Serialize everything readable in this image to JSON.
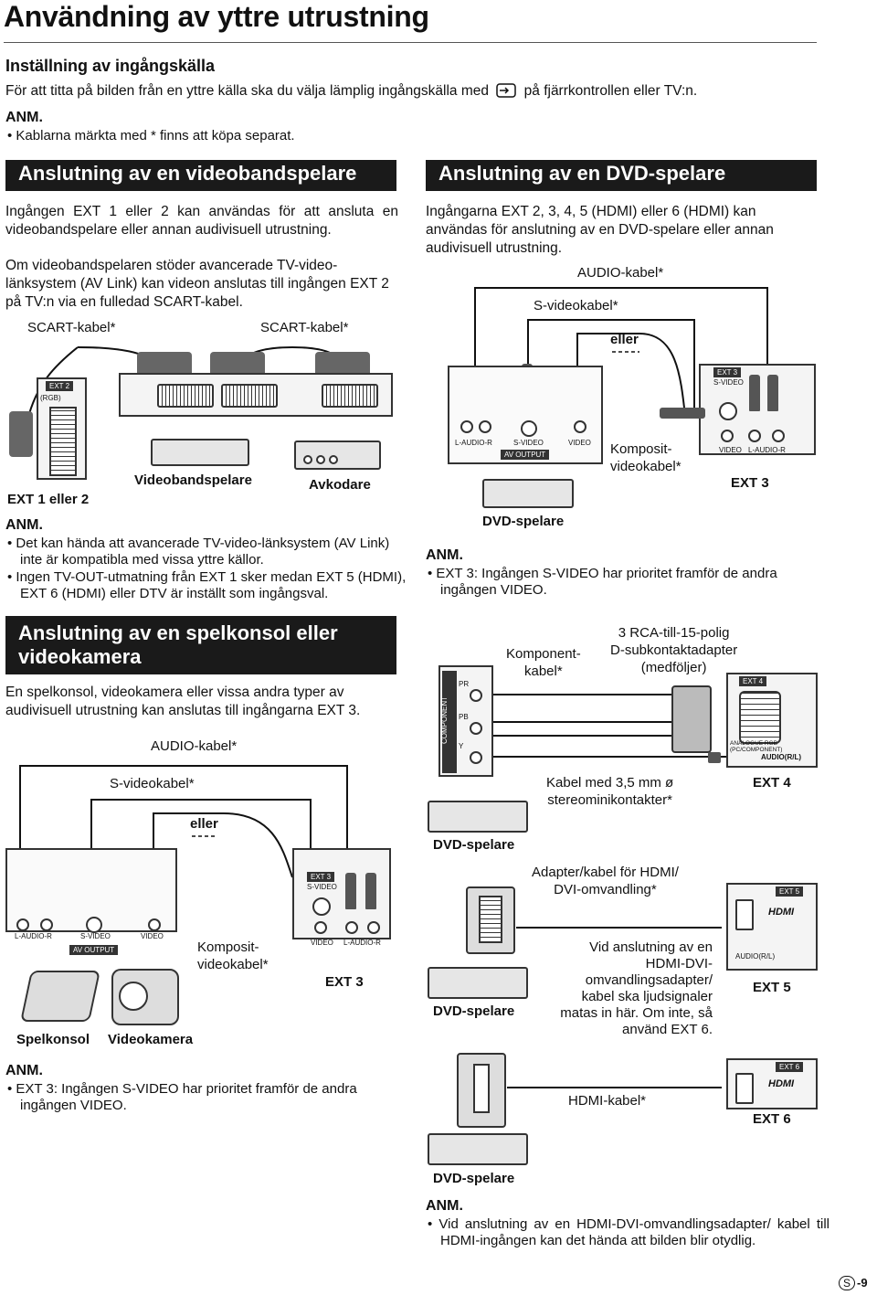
{
  "page_title": "Användning av yttre utrustning",
  "intro": {
    "heading": "Inställning av ingångskälla",
    "text_before_icon": "För att titta på bilden från en yttre källa ska du välja lämplig ingångskälla med",
    "icon": "input-source-icon",
    "text_after_icon": "på fjärrkontrollen eller TV:n.",
    "note_heading": "ANM.",
    "note_item": "Kablarna märkta med * finns att köpa separat."
  },
  "vcr": {
    "heading": "Anslutning av en videobandspelare",
    "para1": "Ingången EXT 1 eller 2 kan användas för att ansluta en videobandspelare eller annan audivisuell utrustning.",
    "para2": "Om videobandspelaren stöder avancerade TV-video-länksystem (AV Link) kan videon anslutas till ingången EXT 2 på TV:n via en fulledad SCART-kabel.",
    "cable1": "SCART-kabel*",
    "cable2": "SCART-kabel*",
    "ext2_tag": "EXT 2",
    "rgb": "(RGB)",
    "device_vcr": "Videobandspelare",
    "device_decoder": "Avkodare",
    "ext_label": "EXT 1 eller 2",
    "note_heading": "ANM.",
    "notes": [
      "Det kan hända att avancerade TV-video-länksystem (AV Link) inte är kompatibla med vissa yttre källor.",
      "Ingen TV-OUT-utmatning från EXT 1 sker medan EXT 5 (HDMI), EXT 6 (HDMI) eller DTV är inställt som ingångsval."
    ]
  },
  "dvd": {
    "heading": "Anslutning av en DVD-spelare",
    "para": "Ingångarna EXT 2, 3, 4, 5 (HDMI) eller 6 (HDMI) kan användas för anslutning av en DVD-spelare eller annan audivisuell utrustning.",
    "audio_cable": "AUDIO-kabel*",
    "svideo_cable": "S-videokabel*",
    "or": "eller",
    "composite_cable": "Komposit-\nvideokabel*",
    "port_laudior": "L-AUDIO-R",
    "port_svideo": "S-VIDEO",
    "port_video": "VIDEO",
    "av_output": "AV OUTPUT",
    "ext3_tag": "EXT 3",
    "ext3_svideo": "S-VIDEO",
    "ext3_video": "VIDEO",
    "ext3_laudior": "L-AUDIO-R",
    "ext3_label": "EXT 3",
    "device": "DVD-spelare",
    "note_heading": "ANM.",
    "note": "EXT 3: Ingången S-VIDEO har prioritet framför de andra ingången VIDEO."
  },
  "console": {
    "heading_line1": "Anslutning av en spelkonsol eller",
    "heading_line2": "videokamera",
    "para": "En spelkonsol, videokamera eller vissa andra typer av audivisuell utrustning kan anslutas till ingångarna EXT 3.",
    "audio_cable": "AUDIO-kabel*",
    "svideo_cable": "S-videokabel*",
    "or": "eller",
    "port_laudior": "L-AUDIO-R",
    "port_svideo": "S-VIDEO",
    "port_video": "VIDEO",
    "av_output": "AV OUTPUT",
    "composite_cable": "Komposit-\nvideokabel*",
    "ext3_tag": "EXT 3",
    "ext3_svideo": "S-VIDEO",
    "ext3_video": "VIDEO",
    "ext3_laudior": "L-AUDIO-R",
    "ext3_label": "EXT 3",
    "device1": "Spelkonsol",
    "device2": "Videokamera",
    "note_heading": "ANM.",
    "note": "EXT 3: Ingången S-VIDEO har prioritet framför de andra ingången VIDEO."
  },
  "component": {
    "cable": "Komponent-\nkabel*",
    "adapter": "3 RCA-till-15-polig\nD-subkontaktadapter\n(medföljer)",
    "panel_label": "COMPONENT",
    "pr": "PR",
    "pb": "PB",
    "y": "Y",
    "ext4_tag": "EXT 4",
    "analogue": "ANALOGUE RGB (PC/COMPONENT)",
    "audio_rl": "AUDIO(R/L)",
    "mini_cable": "Kabel med 3,5 mm ø\nstereominikontakter*",
    "ext4_label": "EXT 4",
    "device": "DVD-spelare"
  },
  "hdmi_dvi": {
    "adapter": "Adapter/kabel för HDMI/\nDVI-omvandling*",
    "ext5_tag": "EXT 5",
    "hdmi_logo": "HDMI",
    "audio_rl": "AUDIO(R/L)",
    "info": "Vid anslutning av en\nHDMI-DVI-\nomvandlingsadapter/\nkabel ska ljudsignaler\nmatas in här. Om inte, så\nanvänd EXT 6.",
    "ext5_label": "EXT 5",
    "device": "DVD-spelare"
  },
  "hdmi": {
    "ext6_tag": "EXT 6",
    "hdmi_logo": "HDMI",
    "cable": "HDMI-kabel*",
    "ext6_label": "EXT 6",
    "device": "DVD-spelare",
    "note_heading": "ANM.",
    "note": "Vid anslutning av en HDMI-DVI-omvandlingsadapter/ kabel till HDMI-ingången kan det hända att bilden blir otydlig."
  },
  "footer": {
    "lang": "S",
    "page": "-9"
  }
}
